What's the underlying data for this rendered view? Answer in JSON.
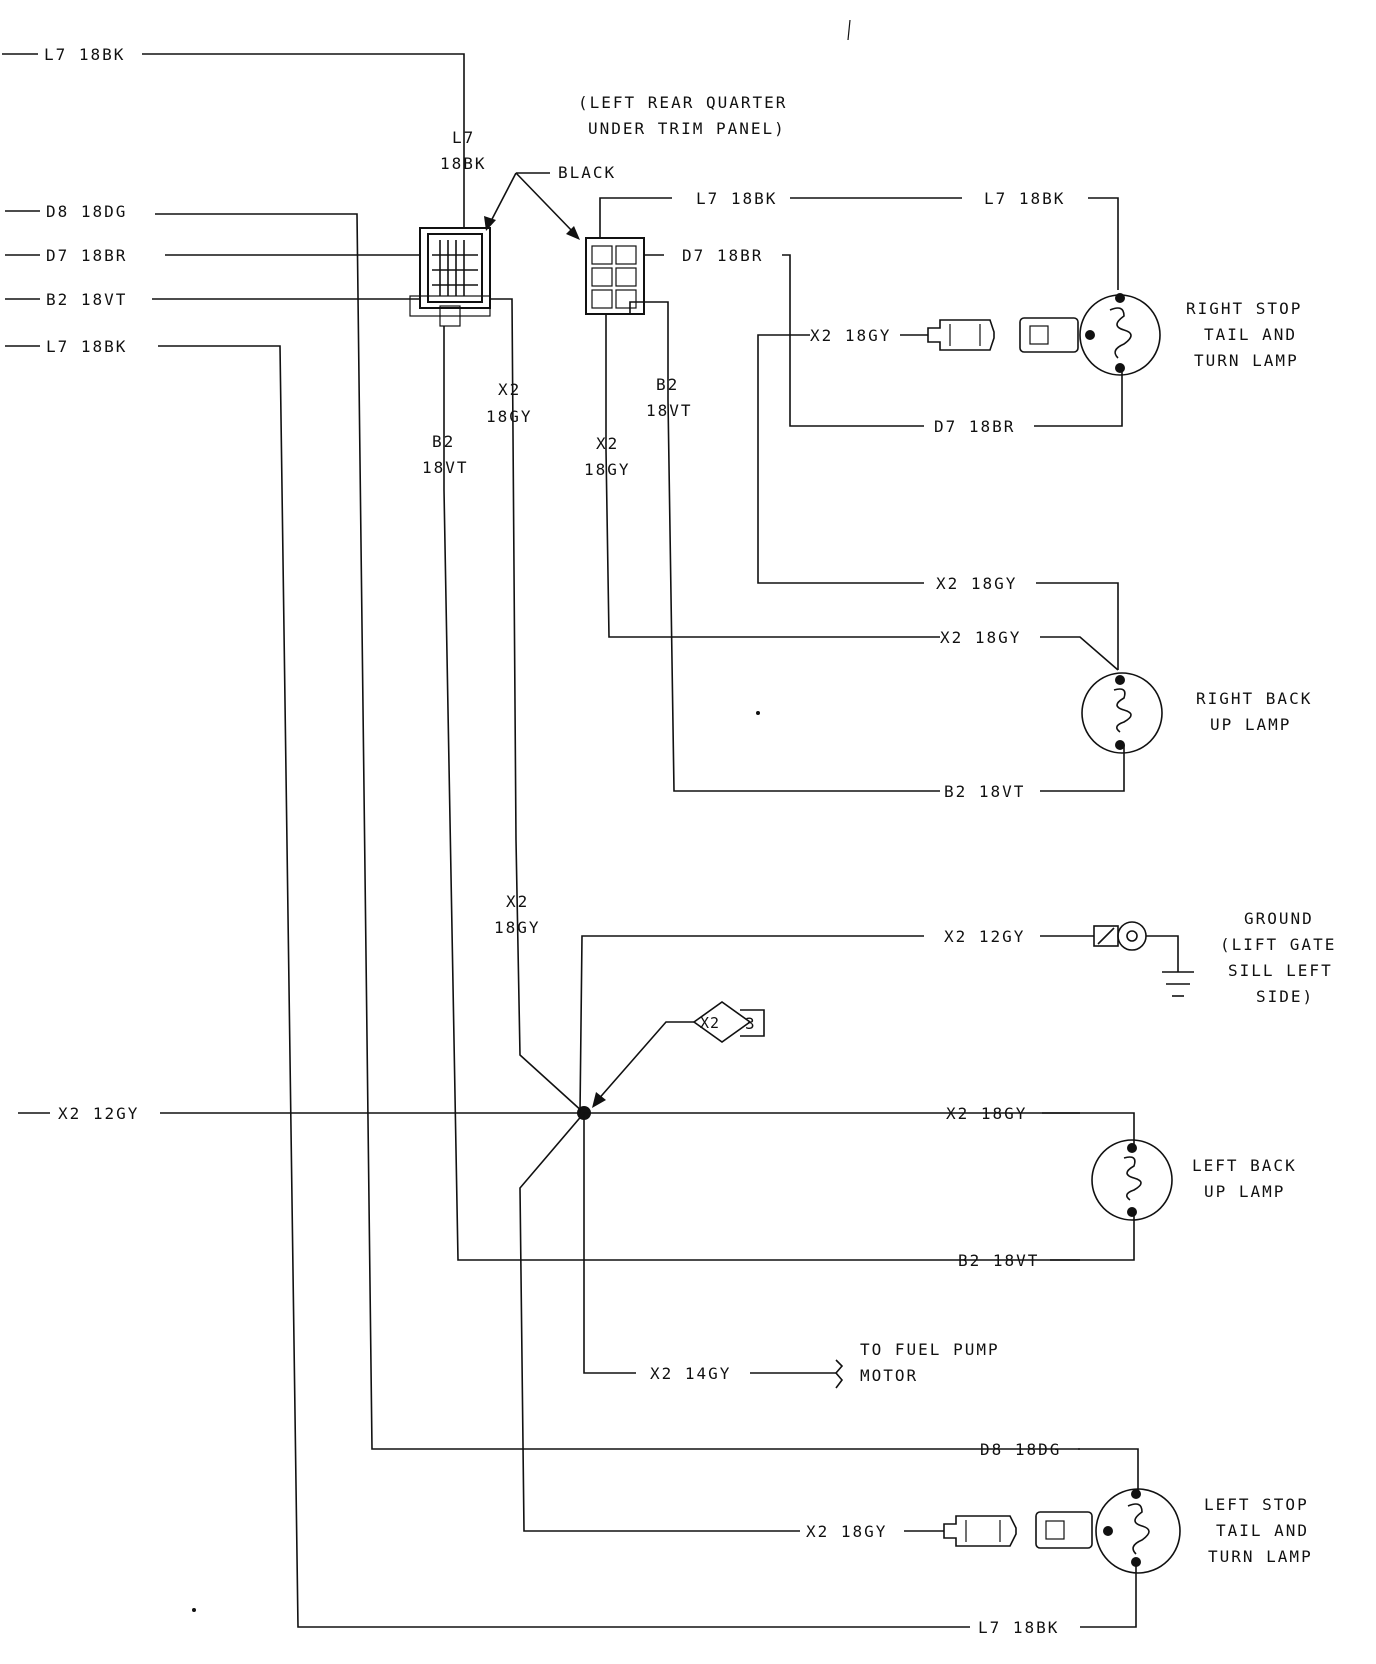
{
  "left_inputs": {
    "l7_top": "L7 18BK",
    "d8": "D8 18DG",
    "d7": "D7 18BR",
    "b2": "B2 18VT",
    "l7_bottom": "L7 18BK",
    "x2_12gy": "X2 12GY"
  },
  "location_note": [
    "(LEFT REAR QUARTER",
    "UNDER TRIM PANEL)"
  ],
  "connector_color_label": "BLACK",
  "connector_a": {
    "top_wire": [
      "L7",
      "18BK"
    ],
    "b2_wire": [
      "B2",
      "18VT"
    ],
    "x2_wire": [
      "X2",
      "18GY"
    ]
  },
  "connector_b": {
    "l7_wire": "L7 18BK",
    "d7_wire": "D7 18BR",
    "x2_wire": [
      "X2",
      "18GY"
    ],
    "b2_wire": [
      "B2",
      "18VT"
    ]
  },
  "right_stop_lamp": {
    "label": [
      "RIGHT STOP",
      "TAIL AND",
      "TURN LAMP"
    ],
    "l7_wire": "L7 18BK",
    "x2_wire": "X2 18GY",
    "d7_wire": "D7 18BR"
  },
  "right_backup_lamp": {
    "label": [
      "RIGHT BACK",
      "UP LAMP"
    ],
    "x2_wire_a": "X2 18GY",
    "x2_wire_b": "X2 18GY",
    "b2_wire": "B2 18VT"
  },
  "splice": {
    "upper_wire": [
      "X2",
      "18GY"
    ],
    "id": "X2",
    "number": "3"
  },
  "ground": {
    "label": [
      "GROUND",
      "(LIFT GATE",
      "SILL LEFT",
      "SIDE)"
    ],
    "wire": "X2 12GY"
  },
  "left_backup_lamp": {
    "label": [
      "LEFT BACK",
      "UP LAMP"
    ],
    "x2_wire": "X2 18GY",
    "b2_wire": "B2 18VT"
  },
  "fuel_pump": {
    "wire": "X2 14GY",
    "label": [
      "TO FUEL PUMP",
      "MOTOR"
    ]
  },
  "left_stop_lamp": {
    "label": [
      "LEFT STOP",
      "TAIL AND",
      "TURN LAMP"
    ],
    "d8_wire": "D8 18DG",
    "x2_wire": "X2 18GY",
    "l7_wire": "L7 18BK"
  }
}
